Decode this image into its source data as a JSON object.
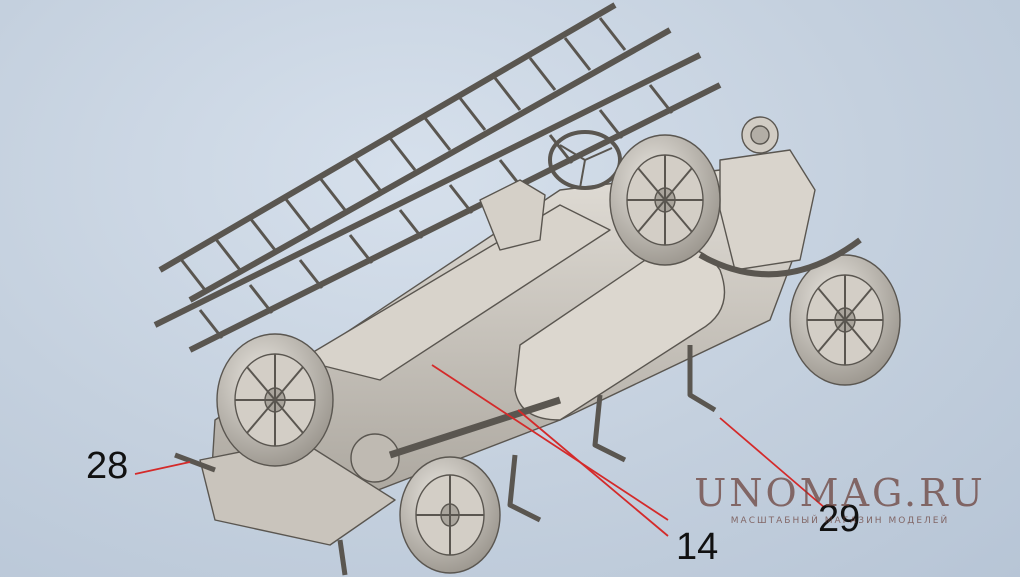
{
  "callouts": [
    {
      "id": "28",
      "text": "28"
    },
    {
      "id": "14",
      "text": "14"
    },
    {
      "id": "29",
      "text": "29"
    }
  ],
  "watermark": {
    "title": "UNOMAG.RU",
    "subtitle": "МАСШТАБНЫЙ МАГАЗИН МОДЕЛЕЙ"
  },
  "colors": {
    "background": "#c4d0de",
    "model_fill": "#cfcac2",
    "model_stroke": "#5a5650",
    "leader_line": "#d42a2a",
    "watermark": "#6a3f38"
  }
}
